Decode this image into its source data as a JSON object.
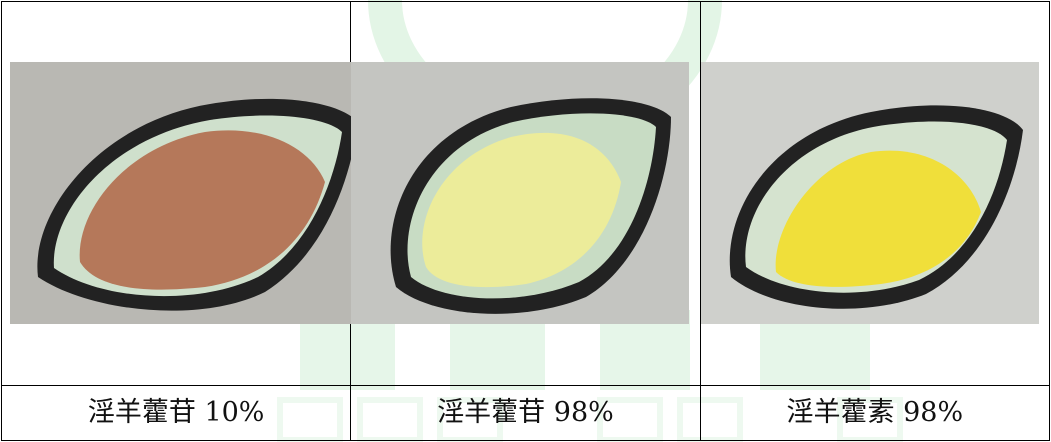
{
  "colors": {
    "border": "#000000",
    "watermark": "#bfe8c6",
    "caption_text": "#111111"
  },
  "products": [
    {
      "caption": "淫羊藿苷 10%",
      "powder_color": "#b5785a",
      "bowl_inner": "#cfe0cc",
      "photo_bg": "#b9b8b3"
    },
    {
      "caption": "淫羊藿苷 98%",
      "powder_color": "#ecec9a",
      "bowl_inner": "#c8dcc4",
      "photo_bg": "#c4c5c1"
    },
    {
      "caption": "淫羊藿素 98%",
      "powder_color": "#f0df3a",
      "bowl_inner": "#d5e3cf",
      "photo_bg": "#cfd0cc"
    }
  ]
}
